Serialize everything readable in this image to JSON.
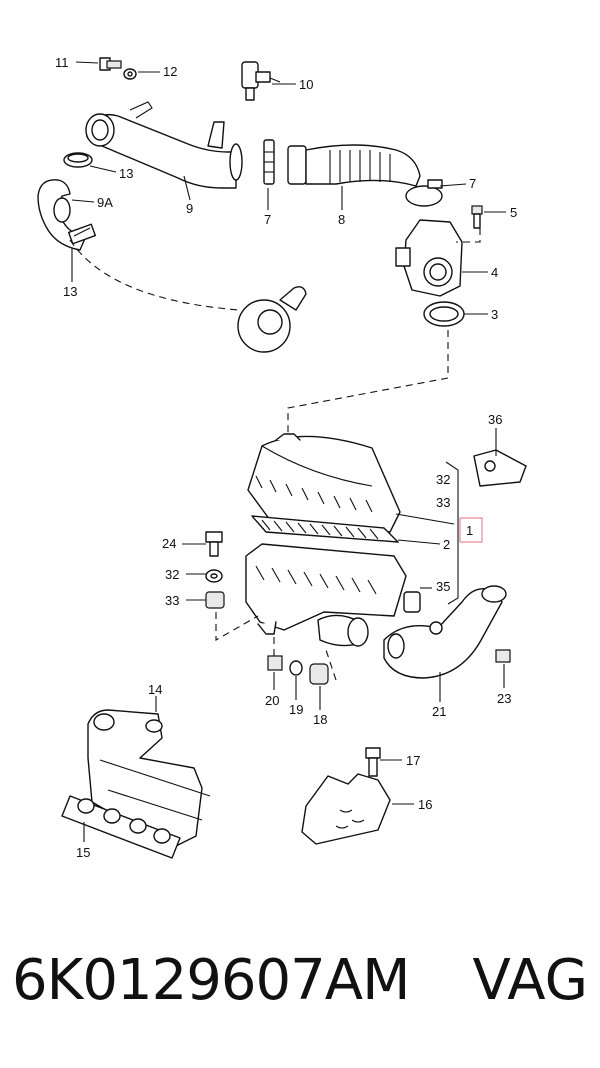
{
  "diagram": {
    "callouts": {
      "c1": "1",
      "c2": "2",
      "c3": "3",
      "c4": "4",
      "c5": "5",
      "c7a": "7",
      "c7b": "7",
      "c8": "8",
      "c9": "9",
      "c9a": "9A",
      "c10": "10",
      "c11": "11",
      "c12": "12",
      "c13a": "13",
      "c13b": "13",
      "c14": "14",
      "c15": "15",
      "c16": "16",
      "c17": "17",
      "c18": "18",
      "c19": "19",
      "c20": "20",
      "c21": "21",
      "c23": "23",
      "c24": "24",
      "c32a": "32",
      "c32b": "32",
      "c33a": "33",
      "c33b": "33",
      "c35": "35",
      "c36": "36"
    },
    "highlight_color": "#e8a0a8"
  },
  "footer": {
    "part_number": "6K0129607AM",
    "brand": "VAG"
  }
}
